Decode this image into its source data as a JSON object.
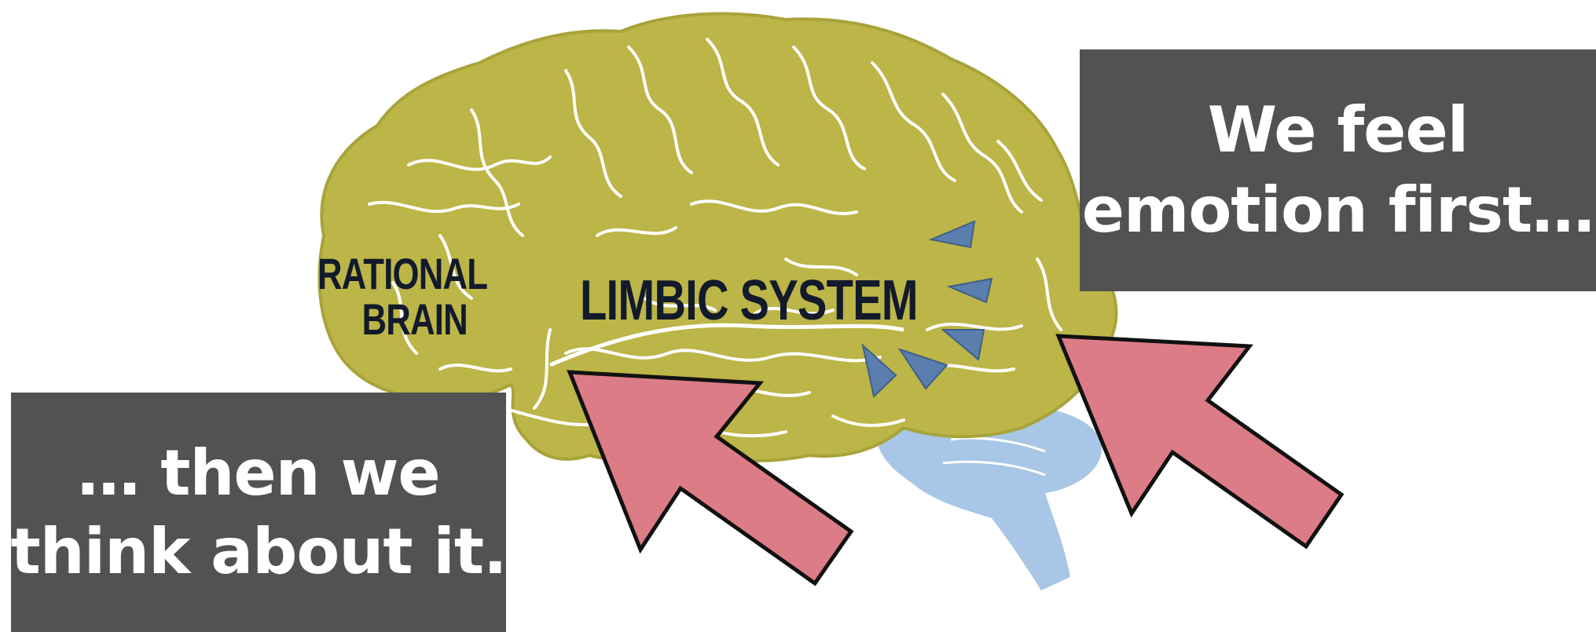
{
  "brain": {
    "rational_label_lines": [
      "RATIONAL",
      "BRAIN"
    ],
    "limbic_label": "LIMBIC SYSTEM",
    "icon": "brain-icon"
  },
  "callouts": {
    "top": {
      "lines": [
        "We feel",
        "emotion first…"
      ]
    },
    "bottom": {
      "lines": [
        "… then we",
        "think about it."
      ]
    }
  },
  "colors": {
    "brain": "#bcb547",
    "brain_outline": "#a8a33a",
    "sulci": "#ffffff",
    "cerebellum": "#a8c6e6",
    "signal_arrows": "#5a7fae",
    "big_arrows": "#dc7c86",
    "callout_bg": "#525252",
    "callout_text": "#ffffff",
    "label_text": "#121a2c"
  }
}
